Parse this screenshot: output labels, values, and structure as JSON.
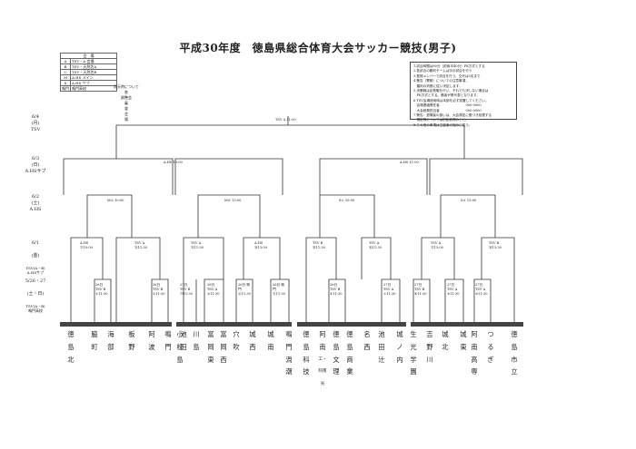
{
  "title": "平成30年度　徳島県総合体育大会サッカー競技(男子)",
  "venue_legend": {
    "header": "会　場",
    "rows": [
      {
        "key": "A",
        "value": "TSV・A 会場"
      },
      {
        "key": "B",
        "value": "TSV・天然芝A"
      },
      {
        "key": "C",
        "value": "TSV・天然芝B"
      },
      {
        "key": "M",
        "value": "A.HS メイン"
      },
      {
        "key": "S",
        "value": "A.HS サブ"
      },
      {
        "key": "鳴門",
        "value": "鳴門高校"
      }
    ]
  },
  "small_note": [
    "雨天時について",
    "各",
    "調整会",
    "審",
    "査",
    "会",
    "場"
  ],
  "notes_box": [
    "1.試合時間は80分（前後半40分）PK方式とする",
    "2.各試合の勝利チームは次の試合を行う",
    "3.登録メンバーで試合を行う。交代は5名まで",
    "4.警告（累積）についての注意事項、",
    "　審判の判断に従い決定します。",
    "5.決勝戦は延長戦を行い、それでも決しない場合は",
    "　PK方式とする。勝者が県代表となります。",
    "6.TSV会場使用時は本部を必ず設置してください。",
    "　会場連絡責任者　　　　　　　　000-0000",
    "　大会総務担当者　　　　　　　　000-0000",
    "7.警告：退場者の扱いは、大会規定に基づき処理する",
    "　規定等については別紙参照のこと。",
    "8.その他の事項は主催者の指示に従う。"
  ],
  "rows": [
    {
      "date": "6/4",
      "day": "(月)",
      "venue": "TSV"
    },
    {
      "date": "6/3",
      "day": "(日)",
      "venue": "A.HSサブ"
    },
    {
      "date": "6/2",
      "day": "(土)",
      "venue": "A.HS"
    },
    {
      "date": "6/1",
      "day": "(金)",
      "venue": "TSV(A・B)\nA.HSサブ"
    },
    {
      "date": "5/26・27",
      "day": "(土・日)",
      "venue": "TSV(A・B)\n鳴門高校"
    }
  ],
  "match_labels": {
    "final": "TSV A 11:00",
    "semi_left": "A.HS 13:00",
    "semi_right": "A.HS 11:00",
    "qf1": "M① 10:00",
    "qf2": "M② 13:00",
    "qf3": "S① 10:00",
    "qf4": "S② 13:00",
    "r16_1": "A.HS ⑪10:00",
    "r16_2": "TSV A ⑫11:30",
    "r16_3": "TSV A ⑬11:30",
    "r16_4": "A.HS ⑭13:00",
    "r16_5": "TSV B ⑮11:30",
    "r16_6": "TSV A ⑯11:30",
    "r16_7": "TSV A ⑰13:00",
    "r16_8": "TSV B ⑱13:30",
    "r1_1": "26日 TSV B ①11:30",
    "r1_2": "26日 TSV B ②11:30",
    "r1_3": "26日 TSV A ③11:30",
    "r1_4": "26日 鳴門 ④11:30",
    "r1_5": "26日 鳴門 ⑤11:30",
    "r1_6": "26日 TSV B ⑥11:30",
    "r1_7": "27日 TSV A ⑦11:30",
    "r1_8": "27日 TSV B ⑧11:30",
    "r1_9": "27日 TSV A ⑨11:30",
    "r1_10": "27日 TSV A ⑩11:30",
    "r1_11": "27日 TSV B ⑪11:30"
  },
  "teams": [
    [
      "徳",
      "島",
      "",
      "北"
    ],
    [
      "脇",
      "",
      "",
      "町"
    ],
    [
      "海",
      "",
      "",
      "部"
    ],
    [
      "板",
      "",
      "",
      "野"
    ],
    [
      "阿",
      "",
      "",
      "波"
    ],
    [
      "鳴",
      "",
      "",
      "門"
    ],
    [
      "小",
      "",
      "松",
      "島"
    ],
    [
      "池",
      "",
      "",
      "田"
    ],
    [
      "川",
      "",
      "",
      "島"
    ],
    [
      "富",
      "",
      "岡",
      "東"
    ],
    [
      "富",
      "",
      "岡",
      "西"
    ],
    [
      "穴",
      "",
      "",
      "吹"
    ],
    [
      "城",
      "",
      "",
      "西"
    ],
    [
      "城",
      "",
      "",
      "南"
    ],
    [
      "鳴",
      "門",
      "渦",
      "潮"
    ],
    [
      "徳",
      "島",
      "科",
      "技"
    ],
    [
      "阿",
      "南",
      "工・",
      "阿南光"
    ],
    [
      "徳",
      "島",
      "文",
      "理"
    ],
    [
      "徳",
      "島",
      "商",
      "業"
    ],
    [
      "名",
      "",
      "",
      "西"
    ],
    [
      "池",
      "",
      "田",
      "辻"
    ],
    [
      "城",
      "",
      "ノ",
      "内"
    ],
    [
      "生",
      "光",
      "学",
      "園"
    ],
    [
      "吉",
      "",
      "野",
      "川"
    ],
    [
      "城",
      "",
      "",
      "北"
    ],
    [
      "城",
      "",
      "",
      "東"
    ],
    [
      "阿",
      "南",
      "高",
      "専"
    ],
    [
      "つ",
      "",
      "る",
      "ぎ"
    ],
    [
      "徳",
      "島",
      "市",
      "立"
    ]
  ]
}
